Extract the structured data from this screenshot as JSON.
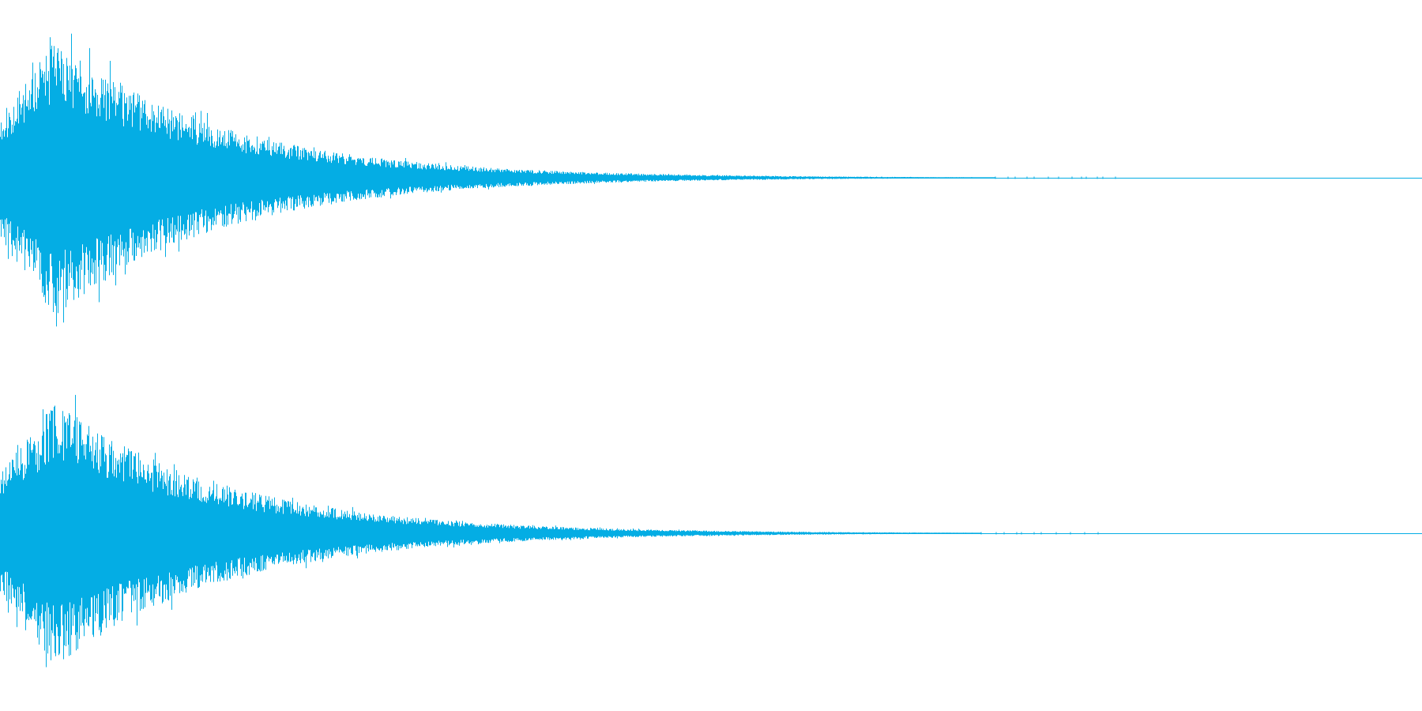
{
  "waveform": {
    "color": "#04ADE4",
    "background": "#FFFFFF",
    "channels": [
      {
        "name": "",
        "peak_amplitude": 1.0,
        "decay_profile": "exponential",
        "near_silent_after_fraction": 0.7
      },
      {
        "name": "",
        "peak_amplitude": 1.0,
        "decay_profile": "exponential",
        "near_silent_after_fraction": 0.69
      }
    ]
  }
}
